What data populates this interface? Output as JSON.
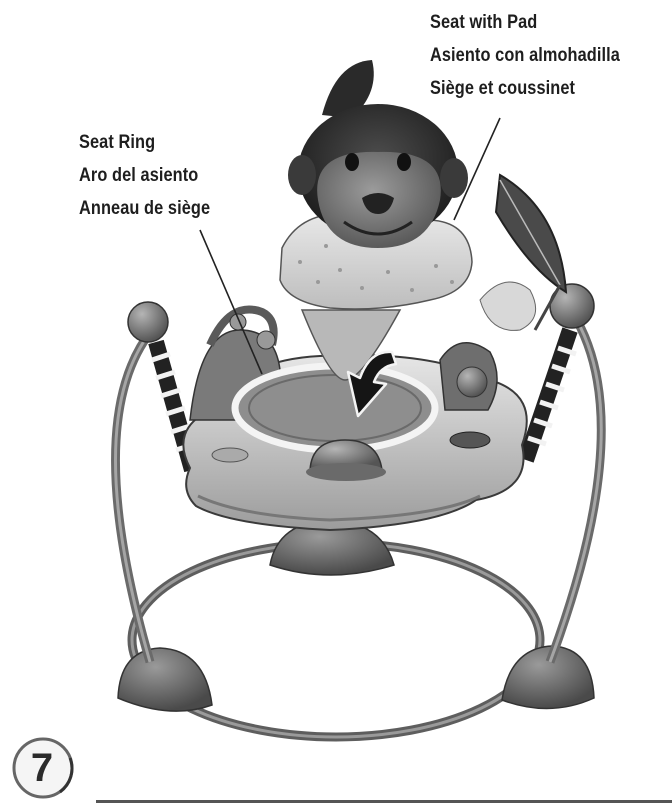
{
  "callouts": {
    "seat_with_pad": [
      "Seat with Pad",
      "Asiento con almohadilla",
      "Siège et coussinet"
    ],
    "seat_ring": [
      "Seat Ring",
      "Aro del asiento",
      "Anneau de siège"
    ]
  },
  "step": {
    "number": "7"
  },
  "colors": {
    "background": "#ffffff",
    "text": "#1e1e1e",
    "frame": "#7d7d7d",
    "tray": "#cfcfcf"
  }
}
